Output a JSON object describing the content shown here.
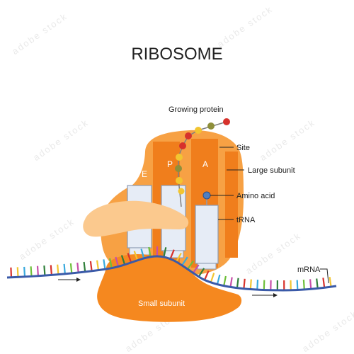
{
  "title": "RIBOSOME",
  "labels": {
    "growing_protein": "Growing protein",
    "site": "Site",
    "large_subunit": "Large subunit",
    "amino_acid": "Amino acid",
    "trna": "tRNA",
    "mrna": "mRNA",
    "small_subunit": "Small subunit"
  },
  "sites": [
    "E",
    "P",
    "A"
  ],
  "watermark": "adobe stock",
  "image_id": "222659029",
  "colors": {
    "large_subunit": "#F7A144",
    "large_subunit_dark": "#F07E1C",
    "small_subunit": "#F5881F",
    "cap": "#FBC98E",
    "trna": "#E6ECF6",
    "trna_stroke": "#8C9BB3",
    "mrna_backbone": "#3A5AA8",
    "protein_red": "#D7322C",
    "protein_yellow": "#F2C531",
    "protein_olive": "#8E8F3A",
    "amino_acid_blue": "#4F7FC0"
  }
}
